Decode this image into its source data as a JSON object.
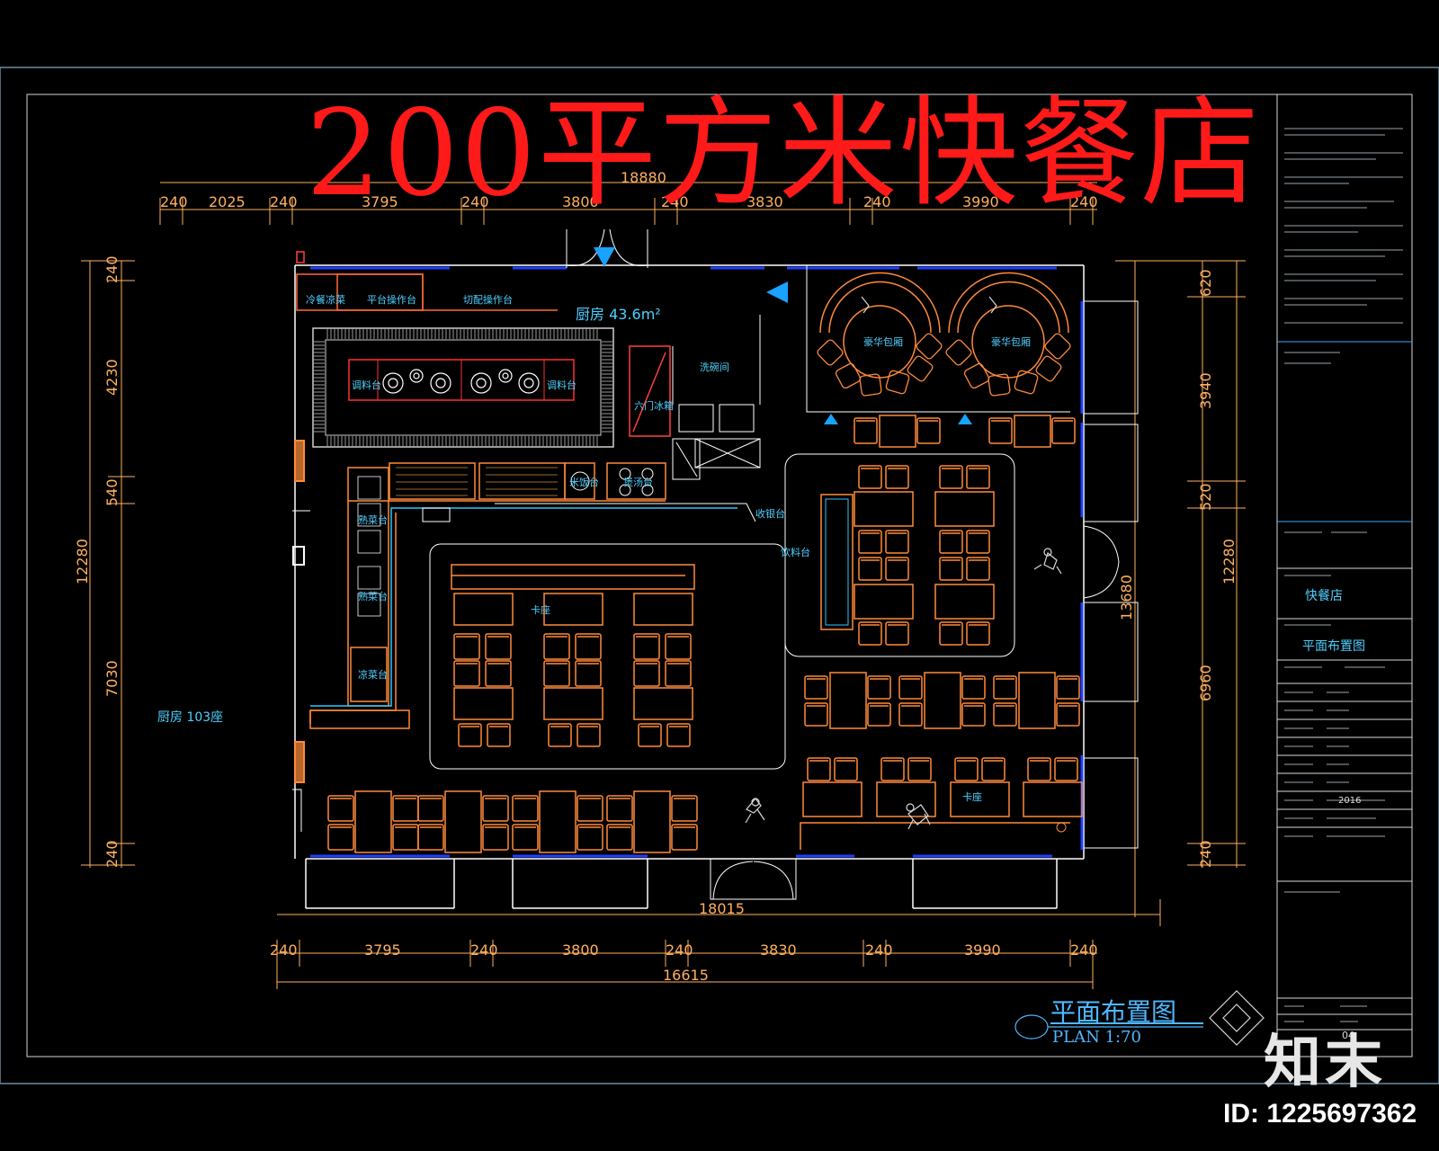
{
  "overlay": {
    "title": "200平方米快餐店",
    "brand": "知末",
    "image_id": "ID: 1225697362"
  },
  "drawing": {
    "plan_title": "平面布置图",
    "plan_scale": "PLAN 1:70",
    "kitchen_area": "厨房 43.6m²",
    "meal_area": "厨房 103座"
  },
  "dimensions": {
    "top_total": "18880",
    "top_segments": [
      "240",
      "2025",
      "240",
      "3795",
      "240",
      "3800",
      "240",
      "3830",
      "240",
      "3990",
      "240"
    ],
    "bottom_segments": [
      "240",
      "3795",
      "240",
      "3800",
      "240",
      "3830",
      "240",
      "3990",
      "240"
    ],
    "bottom_total_upper": "18015",
    "bottom_total_lower": "16615",
    "left_segments": [
      "240",
      "4230",
      "540",
      "7030",
      "240"
    ],
    "left_total": "12280",
    "right_segments": [
      "620",
      "3940",
      "520",
      "6960",
      "240"
    ],
    "right_total": "12280",
    "right_inner": "13680"
  },
  "rooms": {
    "work_1": "冷餐凉菜",
    "work_2": "平台操作台",
    "work_3": "切配操作台",
    "seasoning_left": "调料台",
    "seasoning_right": "调料台",
    "fridge": "六门冰箱",
    "wash": "洗碗间",
    "rice": "米饭台",
    "soup": "煲汤台",
    "window_1": "熟菜台",
    "window_2": "熟菜台",
    "window_3": "凉菜台",
    "pass": "收银台",
    "drinks": "饮料台",
    "booth": "卡座",
    "booth_2": "卡座",
    "vip_1": "豪华包厢",
    "vip_2": "豪华包厢"
  },
  "title_block": {
    "project": "快餐店",
    "drawing": "平面布置图",
    "sheet_no": "04",
    "date": "2016"
  }
}
